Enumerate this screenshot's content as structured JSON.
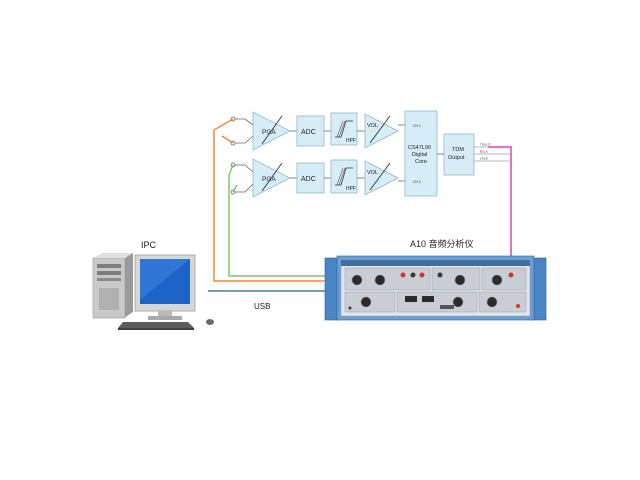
{
  "chain": {
    "pga": "PGA",
    "adc": "ADC",
    "hpf": "HPF",
    "vol": "VOL",
    "ch1": "CH 1",
    "ch2": "CH 2",
    "core": [
      "CS47L90",
      "Digital",
      "Core"
    ],
    "tdm": [
      "TDM",
      "Output"
    ],
    "tdm_pins": [
      "TDOUT",
      "BCLK",
      "LRCK"
    ]
  },
  "pc_label": "IPC",
  "usb_label": "USB",
  "analyzer_label": "A10  音频分析仪",
  "colors": {
    "block_fill": "#d6ecf6",
    "block_stroke": "#8fb9cc",
    "orange_wire": "#f08a3c",
    "green_wire": "#7ec96a",
    "magenta_wire": "#e040b8",
    "usb_wire": "#2f5f8f",
    "rack_blue": "#4a86c6"
  }
}
